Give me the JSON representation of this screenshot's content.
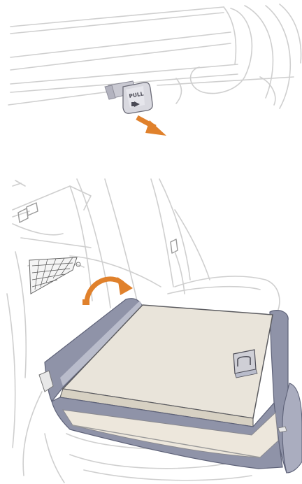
{
  "figure": {
    "panels": [
      {
        "name": "release-handle-panel"
      },
      {
        "name": "seat-cushion-panel"
      }
    ],
    "handle_label": "PULL",
    "colors": {
      "outline": "#cfcfcf",
      "seat_cover": "#e9e4da",
      "seat_trim": "#8f93a8",
      "seat_trim_light": "#b9bccb",
      "arrow": "#e0812c",
      "handle": "#d4d4dc"
    },
    "icons": [
      "pull-direction-arrow",
      "fold-rotation-arrow"
    ]
  }
}
